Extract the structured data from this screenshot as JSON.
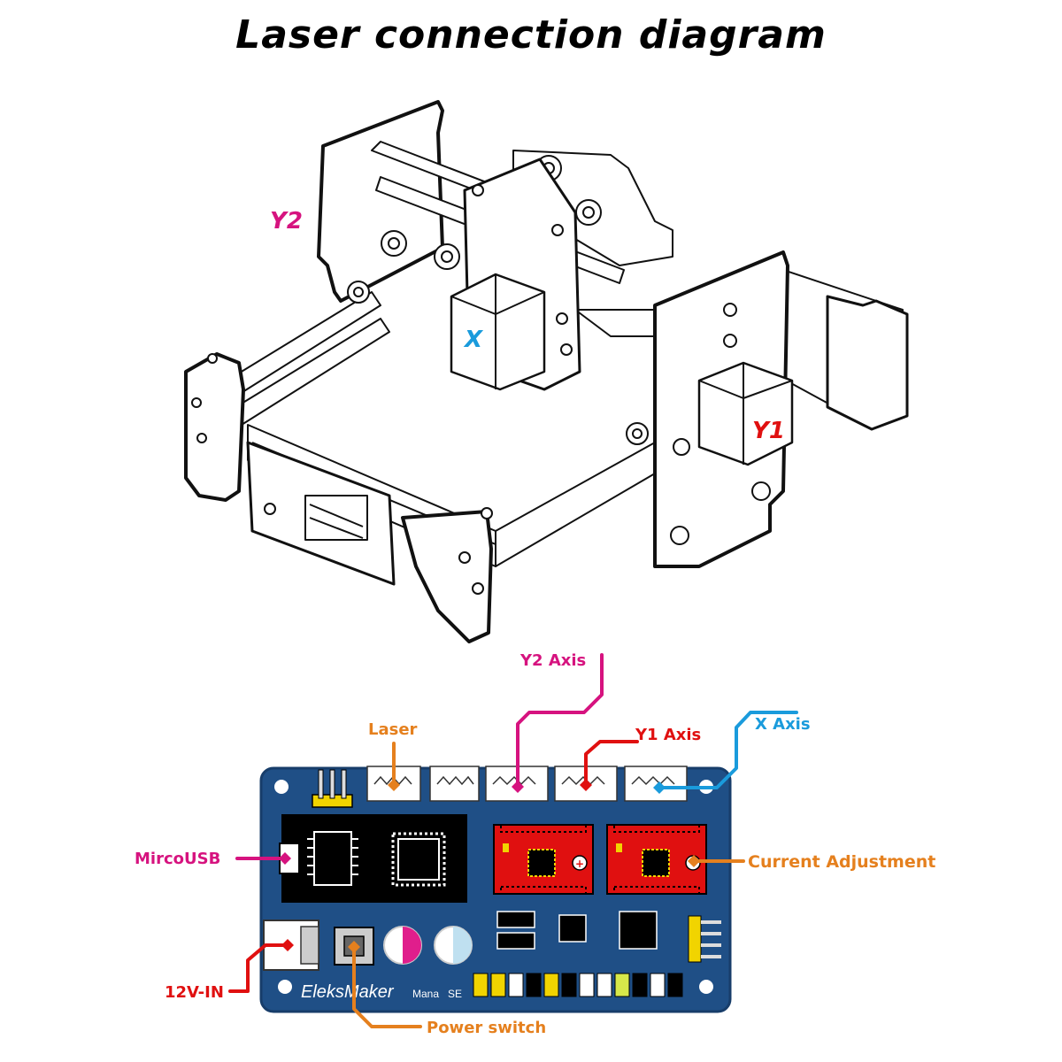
{
  "title": "Laser connection diagram",
  "machine_labels": {
    "y2": "Y2",
    "x": "X",
    "y1": "Y1"
  },
  "callouts": {
    "y2_axis": "Y2 Axis",
    "laser": "Laser",
    "y1_axis": "Y1 Axis",
    "x_axis": "X Axis",
    "micro_usb": "MircoUSB",
    "current_adjustment": "Current Adjustment",
    "power_in": "12V-IN",
    "power_switch": "Power switch"
  },
  "board": {
    "brand": "EleksMaker",
    "model": "Mana",
    "edition": "SE"
  },
  "colors": {
    "magenta": "#d6137f",
    "red": "#e01010",
    "blue": "#1a9bdc",
    "orange": "#e5801e",
    "board": "#1f4f86",
    "board_edge": "#173d6a"
  }
}
